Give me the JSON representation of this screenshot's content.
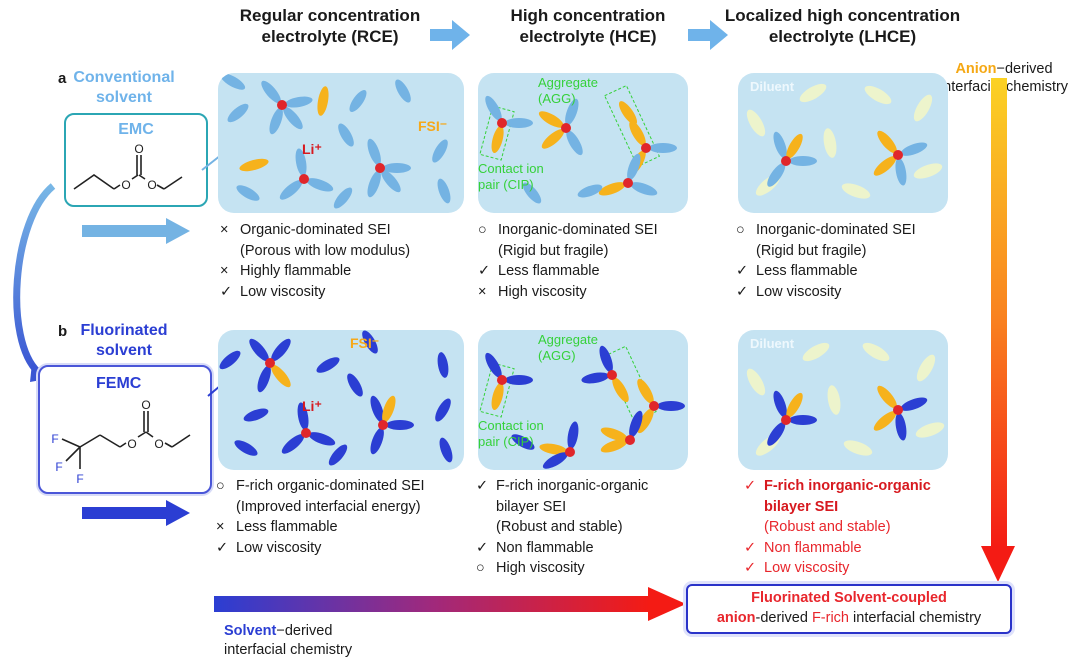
{
  "headers": {
    "rce": "Regular concentration\nelectrolyte (RCE)",
    "hce": "High concentration\nelectrolyte (HCE)",
    "lhce": "Localized high concentration\nelectrolyte (LHCE)"
  },
  "anion_axis": {
    "key": "Anion",
    "rest": "−derived",
    "line2": "interfacial chemistry"
  },
  "solvent_axis": {
    "key": "Solvent",
    "rest": "−derived",
    "line2": "interfacial chemistry"
  },
  "panel_a": {
    "letter": "a",
    "solvent_label": "Conventional\nsolvent",
    "molecule": "EMC",
    "labels": {
      "fsi": "FSI⁻",
      "li": "Li⁺",
      "agg": "Aggregate\n(AGG)",
      "cip": "Contact ion\npair (CIP)",
      "diluent": "Diluent"
    },
    "rce_list": [
      {
        "mark": "×",
        "text": "Organic-dominated SEI"
      },
      {
        "mark": "",
        "text": "(Porous with low modulus)"
      },
      {
        "mark": "×",
        "text": "Highly flammable"
      },
      {
        "mark": "✓",
        "text": "Low viscosity"
      }
    ],
    "hce_list": [
      {
        "mark": "○",
        "text": "Inorganic-dominated SEI"
      },
      {
        "mark": "",
        "text": "(Rigid but fragile)"
      },
      {
        "mark": "✓",
        "text": "Less flammable"
      },
      {
        "mark": "×",
        "text": "High viscosity"
      }
    ],
    "lhce_list": [
      {
        "mark": "○",
        "text": "Inorganic-dominated SEI"
      },
      {
        "mark": "",
        "text": "(Rigid but fragile)"
      },
      {
        "mark": "✓",
        "text": "Less flammable"
      },
      {
        "mark": "✓",
        "text": "Low viscosity"
      }
    ]
  },
  "panel_b": {
    "letter": "b",
    "solvent_label": "Fluorinated\nsolvent",
    "molecule": "FEMC",
    "labels": {
      "fsi": "FSI⁻",
      "li": "Li⁺",
      "agg": "Aggregate\n(AGG)",
      "cip": "Contact ion\npair (CIP)",
      "diluent": "Diluent"
    },
    "rce_list": [
      {
        "mark": "○",
        "text": "F-rich organic-dominated SEI"
      },
      {
        "mark": "",
        "text": "(Improved interfacial energy)"
      },
      {
        "mark": "×",
        "text": "Less flammable"
      },
      {
        "mark": "✓",
        "text": "Low viscosity"
      }
    ],
    "hce_list": [
      {
        "mark": "✓",
        "text": "F-rich inorganic-organic"
      },
      {
        "mark": "",
        "text": "bilayer SEI"
      },
      {
        "mark": "",
        "text": "(Robust and stable)"
      },
      {
        "mark": "✓",
        "text": "Non flammable"
      },
      {
        "mark": "○",
        "text": "High viscosity"
      }
    ],
    "lhce_list": [
      {
        "mark": "✓",
        "text": "F-rich inorganic-organic"
      },
      {
        "mark": "",
        "text": "bilayer SEI"
      },
      {
        "mark": "",
        "text": "(Robust and stable)"
      },
      {
        "mark": "✓",
        "text": "Non flammable"
      },
      {
        "mark": "✓",
        "text": "Low viscosity"
      }
    ]
  },
  "final_box": {
    "line1": "Fluorinated Solvent-coupled",
    "line2_a": "anion",
    "line2_b": "-derived ",
    "line2_c": "F-rich",
    "line2_d": " interfacial chemistry"
  },
  "colors": {
    "panel_bg": "#c5e3f2",
    "emc_blue": "#74b3e3",
    "femc_blue": "#2b3ed3",
    "fsi_orange": "#f6b21c",
    "li_red": "#e0262b",
    "diluent": "#edf4cc",
    "cip_green": "#35d13a"
  }
}
